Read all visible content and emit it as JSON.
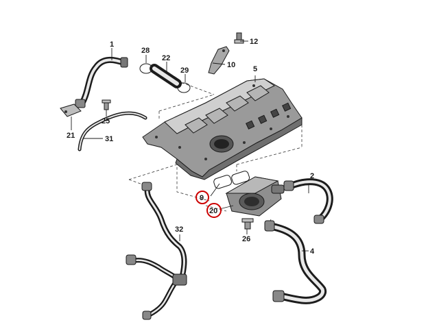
{
  "diagram": {
    "callouts": {
      "p1": "1",
      "p2": "2",
      "p4": "4",
      "p5": "5",
      "p9": "9",
      "p10": "10",
      "p12": "12",
      "p20": "20",
      "p21": "21",
      "p22": "22",
      "p25": "25",
      "p26": "26",
      "p28": "28",
      "p29": "29",
      "p31": "31",
      "p32": "32"
    },
    "highlight_color": "#cc0000"
  }
}
